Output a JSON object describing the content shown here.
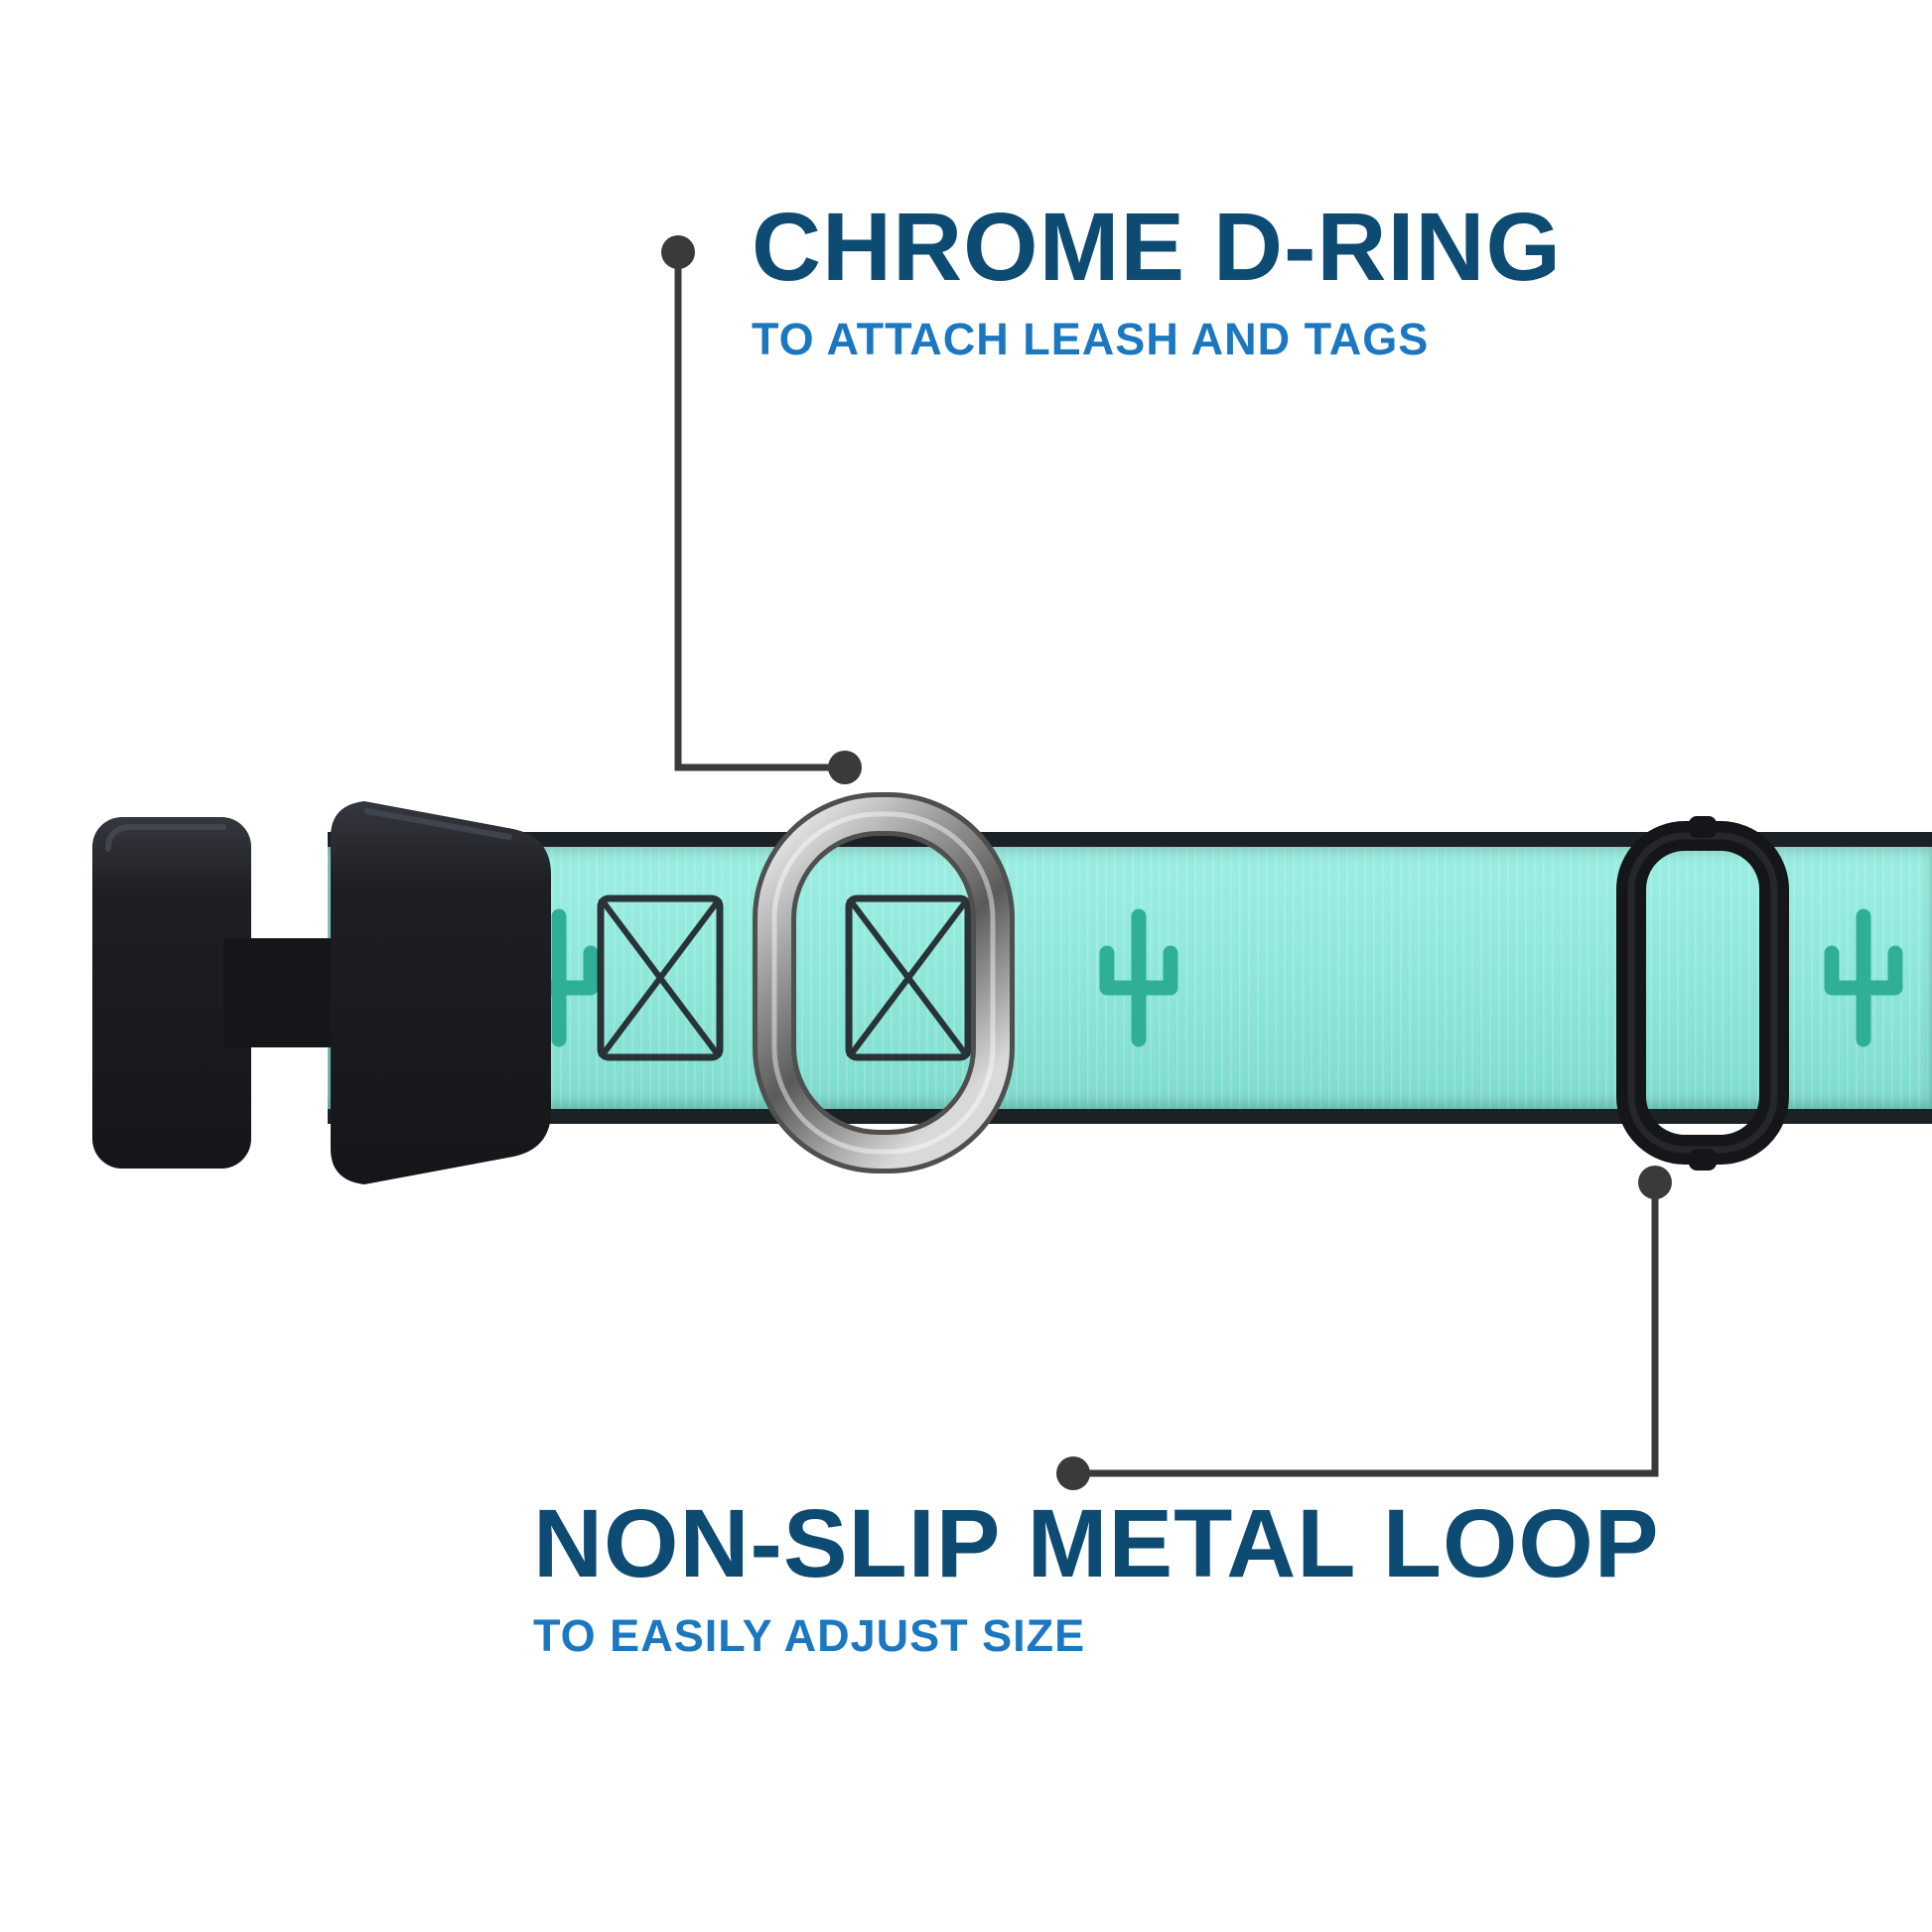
{
  "annotations": {
    "d_ring": {
      "title": "CHROME D-RING",
      "subtitle": "TO ATTACH LEASH AND TAGS"
    },
    "metal_loop": {
      "title": "NON-SLIP METAL LOOP",
      "subtitle": "TO EASILY ADJUST SIZE"
    }
  },
  "icons": {
    "pattern": "cactus-icon",
    "buckle": "side-release-buckle",
    "ring": "chrome-d-ring",
    "slider": "metal-slide-loop",
    "stitching": "stitch-box"
  },
  "colors": {
    "background": "#ffffff",
    "title": "#0d4b73",
    "subtitle": "#1b77c0",
    "collar": "#8fe8da",
    "collar_edge": "#1c2126",
    "cactus": "#2fb096",
    "hardware_black": "#15161a",
    "chrome_light": "#f4f4f4",
    "chrome_mid": "#9b9b9b",
    "chrome_dark": "#5a5a5a",
    "leader": "#3a3a3c",
    "stitch": "#20242a"
  }
}
